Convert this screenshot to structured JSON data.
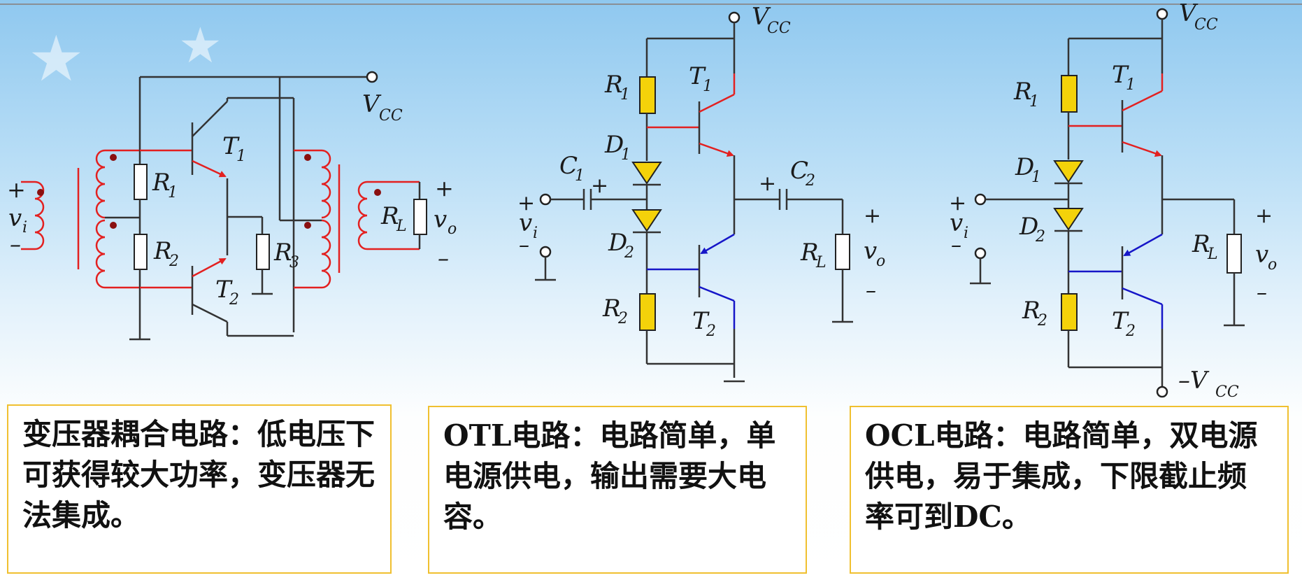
{
  "circuits": {
    "transformer": {
      "vcc": "V",
      "vcc_sub": "CC",
      "t1": "T",
      "t1_sub": "1",
      "t2": "T",
      "t2_sub": "2",
      "r1": "R",
      "r1_sub": "1",
      "r2": "R",
      "r2_sub": "2",
      "r3": "R",
      "r3_sub": "3",
      "rl": "R",
      "rl_sub": "L",
      "vi": "v",
      "vi_sub": "i",
      "vo": "v",
      "vo_sub": "o",
      "plus": "+",
      "minus": "–"
    },
    "otl": {
      "vcc": "V",
      "vcc_sub": "CC",
      "r1": "R",
      "r1_sub": "1",
      "r2": "R",
      "r2_sub": "2",
      "t1": "T",
      "t1_sub": "1",
      "t2": "T",
      "t2_sub": "2",
      "d1": "D",
      "d1_sub": "1",
      "d2": "D",
      "d2_sub": "2",
      "c1": "C",
      "c1_sub": "1",
      "c2": "C",
      "c2_sub": "2",
      "rl": "R",
      "rl_sub": "L",
      "vi": "v",
      "vi_sub": "i",
      "vo": "v",
      "vo_sub": "o",
      "plus": "+",
      "minus": "–"
    },
    "ocl": {
      "vcc": "V",
      "vcc_sub": "CC",
      "neg_vcc": "–V",
      "neg_vcc_sub": "CC",
      "r1": "R",
      "r1_sub": "1",
      "r2": "R",
      "r2_sub": "2",
      "t1": "T",
      "t1_sub": "1",
      "t2": "T",
      "t2_sub": "2",
      "d1": "D",
      "d1_sub": "1",
      "d2": "D",
      "d2_sub": "2",
      "rl": "R",
      "rl_sub": "L",
      "vi": "v",
      "vi_sub": "i",
      "vo": "v",
      "vo_sub": "o",
      "plus": "+",
      "minus": "–"
    }
  },
  "notes": {
    "transformer": "变压器耦合电路：低电压下可获得较大功率，变压器无法集成。",
    "otl": "OTL电路：电路简单，单电源供电，输出需要大电容。",
    "ocl": "OCL电路：电路简单，双电源供电，易于集成，下限截止频率可到DC。"
  },
  "colors": {
    "npn_wiring": "#e32020",
    "pnp_wiring": "#1616c8",
    "resistor_fill": "#f4d20a",
    "note_border": "#f0c030"
  }
}
